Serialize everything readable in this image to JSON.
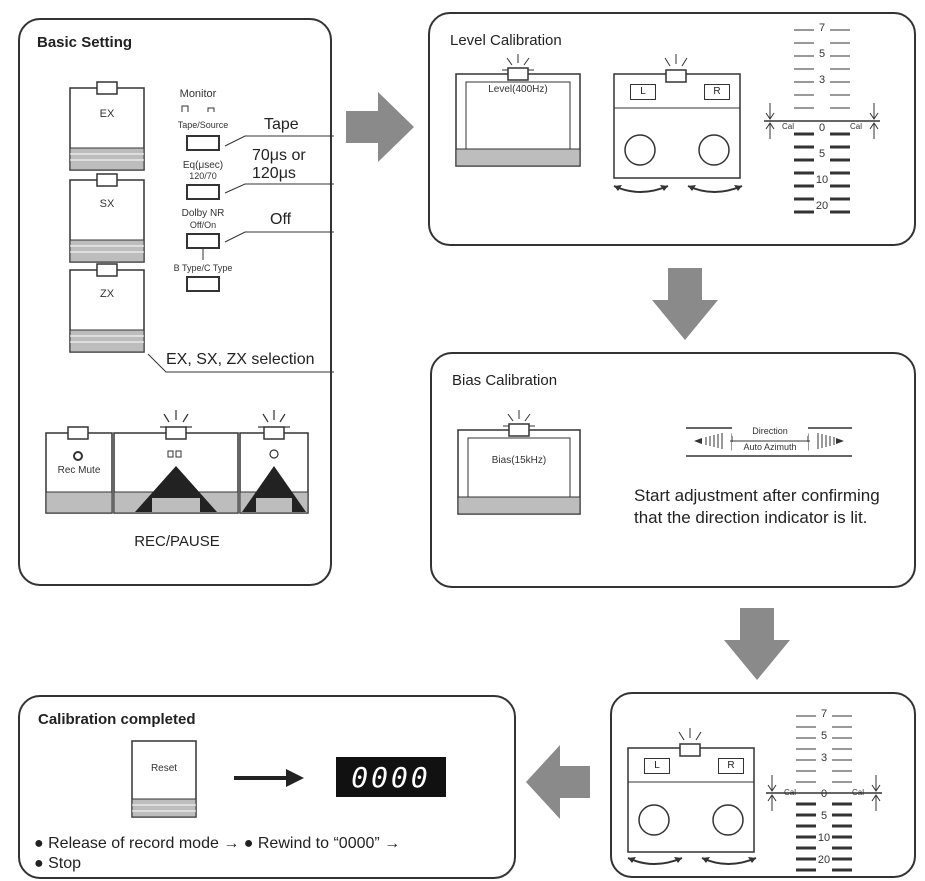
{
  "basic_setting": {
    "title": "Basic Setting",
    "cards": [
      "EX",
      "SX",
      "ZX"
    ],
    "monitor_label": "Monitor",
    "tape_source_label": "Tape/Source",
    "eq_label": "Eq(μsec)",
    "eq_values": "120/70",
    "dolby_label": "Dolby NR",
    "dolby_values": "Off/On",
    "bc_type_label": "B Type/C Type",
    "tape_callout": "Tape",
    "eq_callout_line1": "70μs or",
    "eq_callout_line2": "120μs",
    "dolby_callout": "Off",
    "selection_callout": "EX, SX, ZX selection",
    "rec_mute_label": "Rec Mute",
    "rec_pause_label": "REC/PAUSE"
  },
  "level_calibration": {
    "title": "Level Calibration",
    "card_label": "Level(400Hz)",
    "left_channel": "L",
    "right_channel": "R",
    "meter_top_labels": [
      "7",
      "5",
      "3"
    ],
    "meter_cal_label": "Cal",
    "meter_zero": "0",
    "meter_bottom_labels": [
      "5",
      "10",
      "20"
    ]
  },
  "bias_calibration": {
    "title": "Bias Calibration",
    "card_label": "Bias(15kHz)",
    "direction_label": "Direction",
    "auto_azimuth_label": "Auto Azimuth",
    "note_line1": "Start adjustment after confirming",
    "note_line2": "that the direction indicator is lit."
  },
  "final_adjust": {
    "left_channel": "L",
    "right_channel": "R",
    "meter_top_labels": [
      "7",
      "5",
      "3"
    ],
    "meter_cal_label": "Cal",
    "meter_zero": "0",
    "meter_bottom_labels": [
      "5",
      "10",
      "20"
    ]
  },
  "calibration_completed": {
    "title": "Calibration completed",
    "reset_label": "Reset",
    "counter_display": "0000",
    "step1": "Release of record mode",
    "step2": "Rewind to “0000”",
    "step3": "Stop"
  },
  "colors": {
    "flow_arrow": "#8a8a8a",
    "panel_border": "#333333",
    "tape_stripe": "#bdbdbd",
    "display_background": "#111111"
  }
}
